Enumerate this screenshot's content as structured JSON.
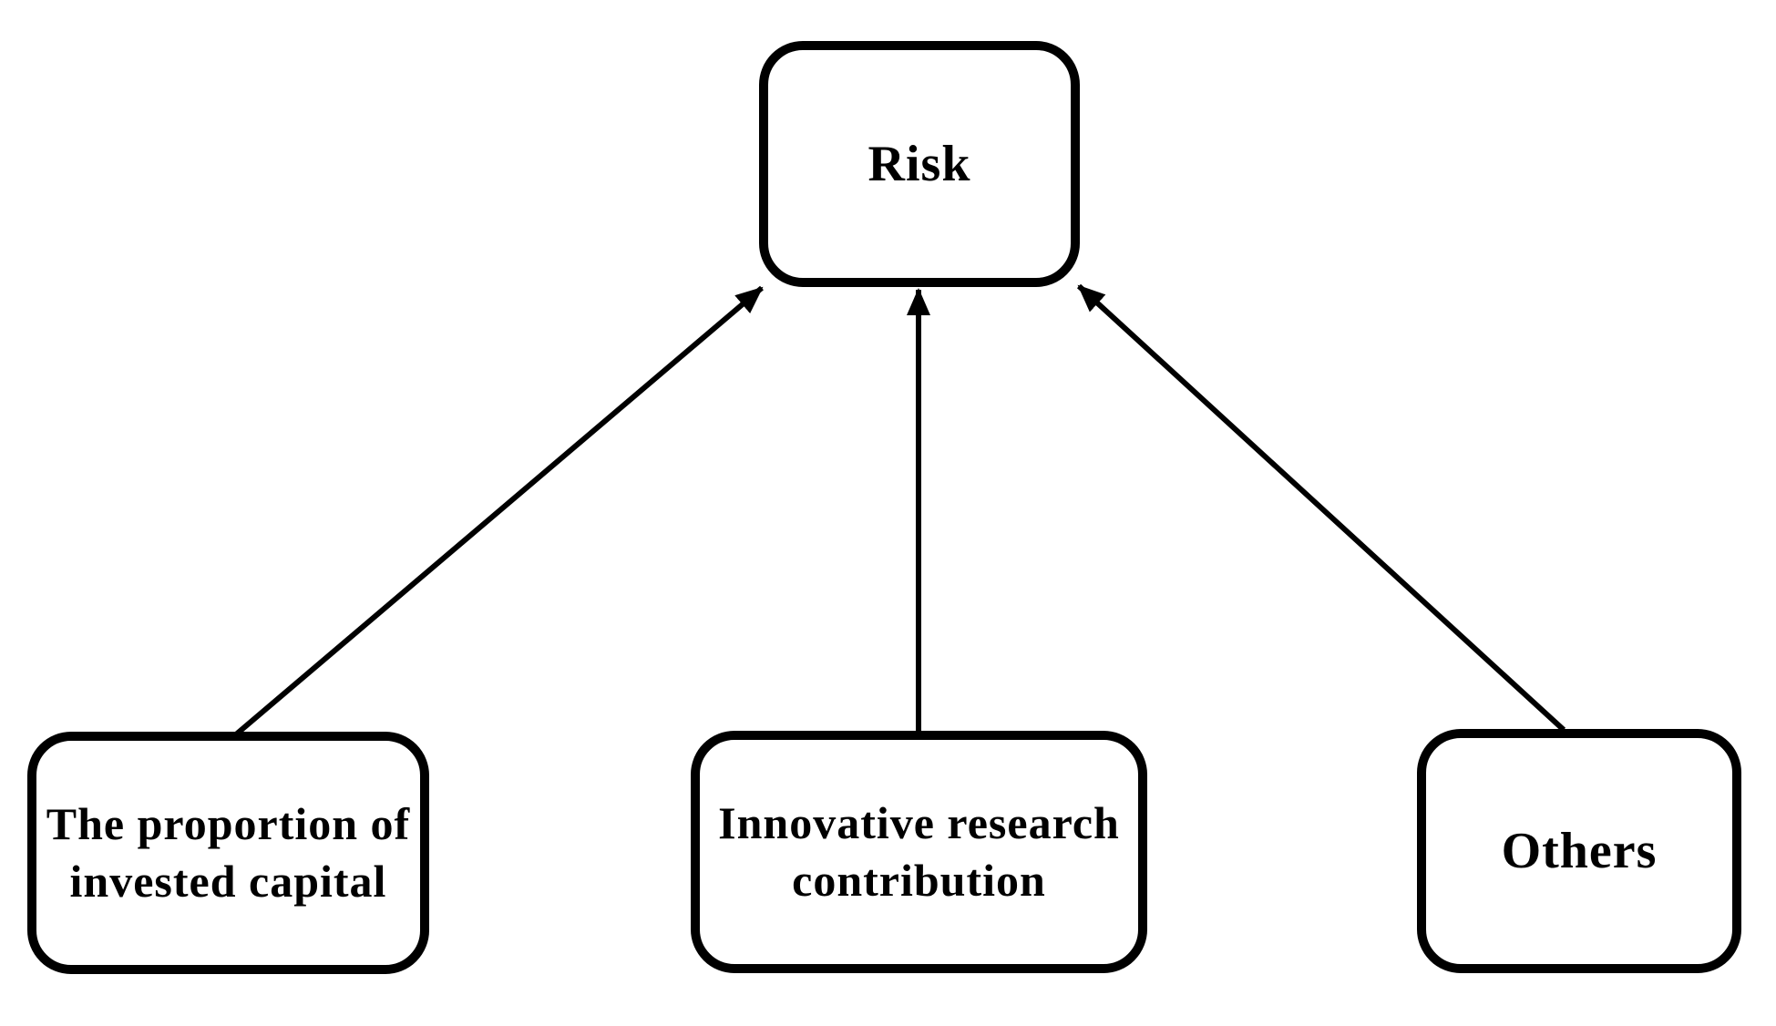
{
  "diagram": {
    "type": "flowchart",
    "background_color": "#ffffff",
    "node_border_color": "#000000",
    "node_fill_color": "#ffffff",
    "text_color": "#000000",
    "arrow_color": "#000000",
    "nodes": {
      "risk": {
        "label": "Risk"
      },
      "invested": {
        "label": "The proportion of\ninvested capital"
      },
      "innovative": {
        "label": "Innovative research\ncontribution"
      },
      "others": {
        "label": "Others"
      }
    },
    "edges": [
      {
        "from": "The proportion of invested capital",
        "to": "Risk",
        "style": "arrow"
      },
      {
        "from": "Innovative research contribution",
        "to": "Risk",
        "style": "arrow"
      },
      {
        "from": "Others",
        "to": "Risk",
        "style": "arrow"
      }
    ]
  }
}
